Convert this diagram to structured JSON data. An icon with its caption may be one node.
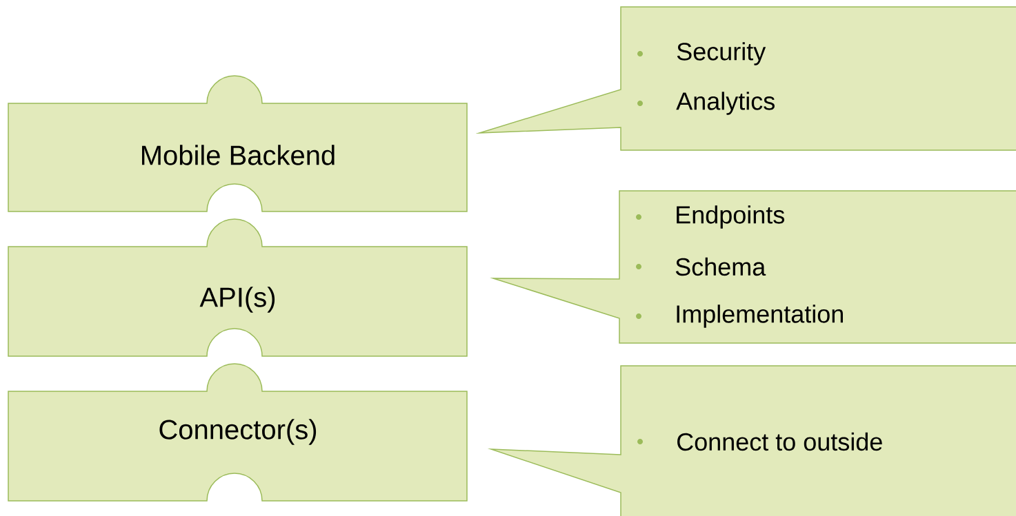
{
  "diagram": {
    "nodes": [
      {
        "text": [
          "Mobile Backend"
        ]
      },
      {
        "text": [
          "API(s)"
        ]
      },
      {
        "text": [
          "Connector(s)"
        ]
      },
      {
        "text": [
          "Security",
          "Analytics"
        ]
      },
      {
        "text": [
          "Endpoints",
          "Schema",
          "Implementation"
        ]
      },
      {
        "text": [
          "Connect to outside"
        ]
      }
    ]
  }
}
